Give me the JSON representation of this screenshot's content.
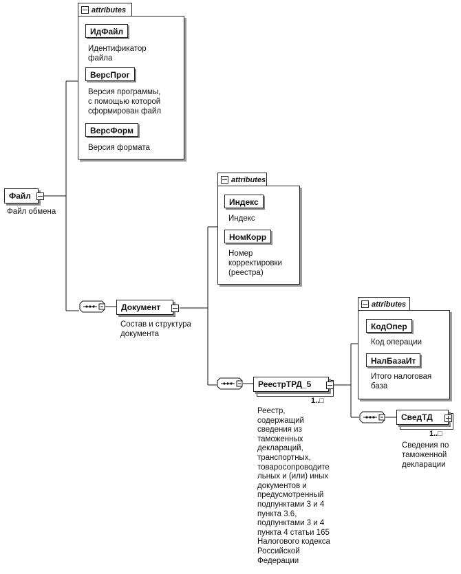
{
  "root": {
    "name": "Файл",
    "desc": "Файл обмена"
  },
  "file_attributes": {
    "header": "attributes",
    "items": [
      {
        "name": "ИдФайл",
        "desc": [
          "Идентификатор",
          "файла"
        ]
      },
      {
        "name": "ВерсПрог",
        "desc": [
          "Версия программы,",
          "с помощью которой",
          "сформирован файл"
        ]
      },
      {
        "name": "ВерсФорм",
        "desc": [
          "Версия формата"
        ]
      }
    ]
  },
  "document": {
    "name": "Документ",
    "desc": [
      "Состав и структура",
      "документа"
    ]
  },
  "document_attributes": {
    "header": "attributes",
    "items": [
      {
        "name": "Индекс",
        "desc": [
          "Индекс"
        ]
      },
      {
        "name": "НомКорр",
        "desc": [
          "Номер",
          "корректировки",
          "(реестра)"
        ]
      }
    ]
  },
  "registry": {
    "name": "РеестрТРД_5",
    "multiplicity": "1..",
    "desc": [
      "Реестр,",
      "содержащий",
      "сведения из",
      "таможенных",
      "деклараций,",
      "транспортных,",
      "товаросопроводите",
      "льных и (или) иных",
      "документов и",
      "предусмотренный",
      "подпунктами 3 и 4",
      "пункта 3.6,",
      "подпунктами 3 и 4",
      "пункта 4 статьи 165",
      "Налогового кодекса",
      "Российской",
      "Федерации"
    ]
  },
  "registry_attributes": {
    "header": "attributes",
    "items": [
      {
        "name": "КодОпер",
        "desc": [
          "Код операции"
        ]
      },
      {
        "name": "НалБазаИт",
        "desc": [
          "Итого налоговая",
          "база"
        ]
      }
    ]
  },
  "customs": {
    "name": "СведТД",
    "multiplicity": "1..",
    "desc": [
      "Сведения по",
      "таможенной",
      "декларации"
    ]
  }
}
